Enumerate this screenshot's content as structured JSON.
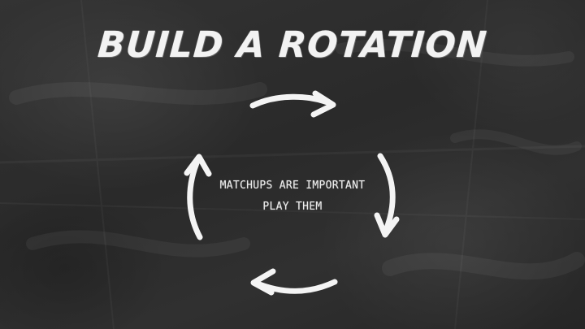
{
  "slide": {
    "title": "BUILD A ROTATION",
    "center_lines": [
      "MATCHUPS ARE IMPORTANT",
      "PLAY THEM"
    ]
  },
  "arrows": [
    {
      "name": "top-arrow",
      "direction": "right"
    },
    {
      "name": "right-arrow",
      "direction": "down"
    },
    {
      "name": "bottom-arrow",
      "direction": "left"
    },
    {
      "name": "left-arrow",
      "direction": "up"
    }
  ],
  "colors": {
    "board": "#2b2b2b",
    "chalk": "#f2f2f2"
  }
}
